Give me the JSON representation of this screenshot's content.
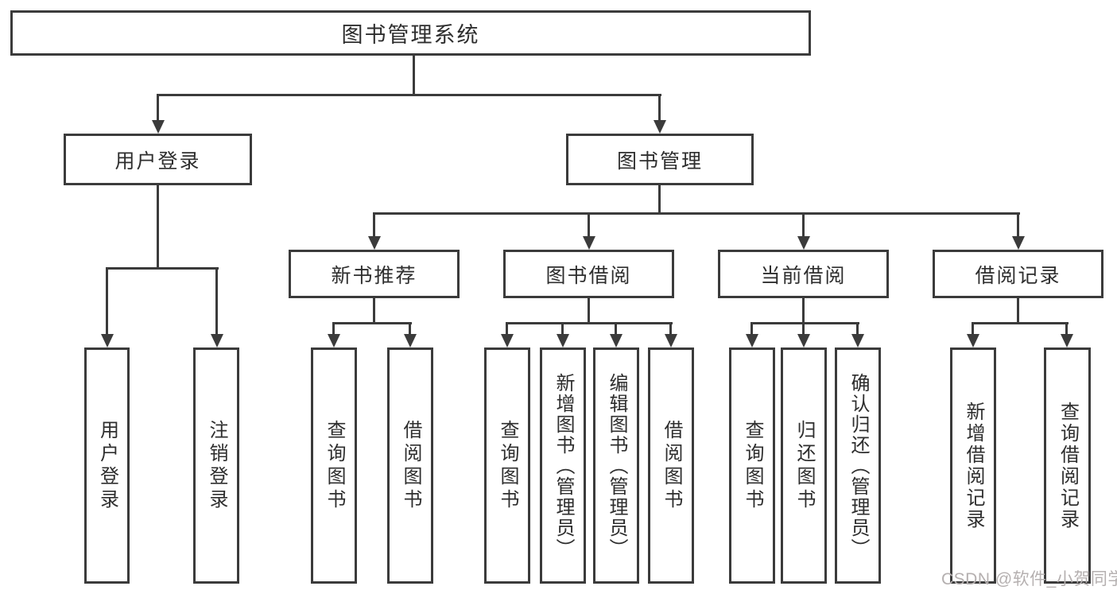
{
  "tree": {
    "label": "图书管理系统",
    "children": [
      {
        "label": "用户登录",
        "children": [
          {
            "label": "用户登录"
          },
          {
            "label": "注销登录"
          }
        ]
      },
      {
        "label": "图书管理",
        "children": [
          {
            "label": "新书推荐",
            "children": [
              {
                "label": "查询图书"
              },
              {
                "label": "借阅图书"
              }
            ]
          },
          {
            "label": "图书借阅",
            "children": [
              {
                "label": "查询图书"
              },
              {
                "label": "新增图书（管理员）"
              },
              {
                "label": "编辑图书（管理员）"
              },
              {
                "label": "借阅图书"
              }
            ]
          },
          {
            "label": "当前借阅",
            "children": [
              {
                "label": "查询图书"
              },
              {
                "label": "归还图书"
              },
              {
                "label": "确认归还（管理员）"
              }
            ]
          },
          {
            "label": "借阅记录",
            "children": [
              {
                "label": "新增借阅记录"
              },
              {
                "label": "查询借阅记录"
              }
            ]
          }
        ]
      }
    ]
  },
  "watermark": {
    "text": "CSDN @软件_小贺同学"
  },
  "colors": {
    "background": "#ffffff",
    "line": "#3b3b3b",
    "box_border": "#3b3b3b",
    "text": "#2e2e2e",
    "watermark_text": "#b5b0b0"
  }
}
